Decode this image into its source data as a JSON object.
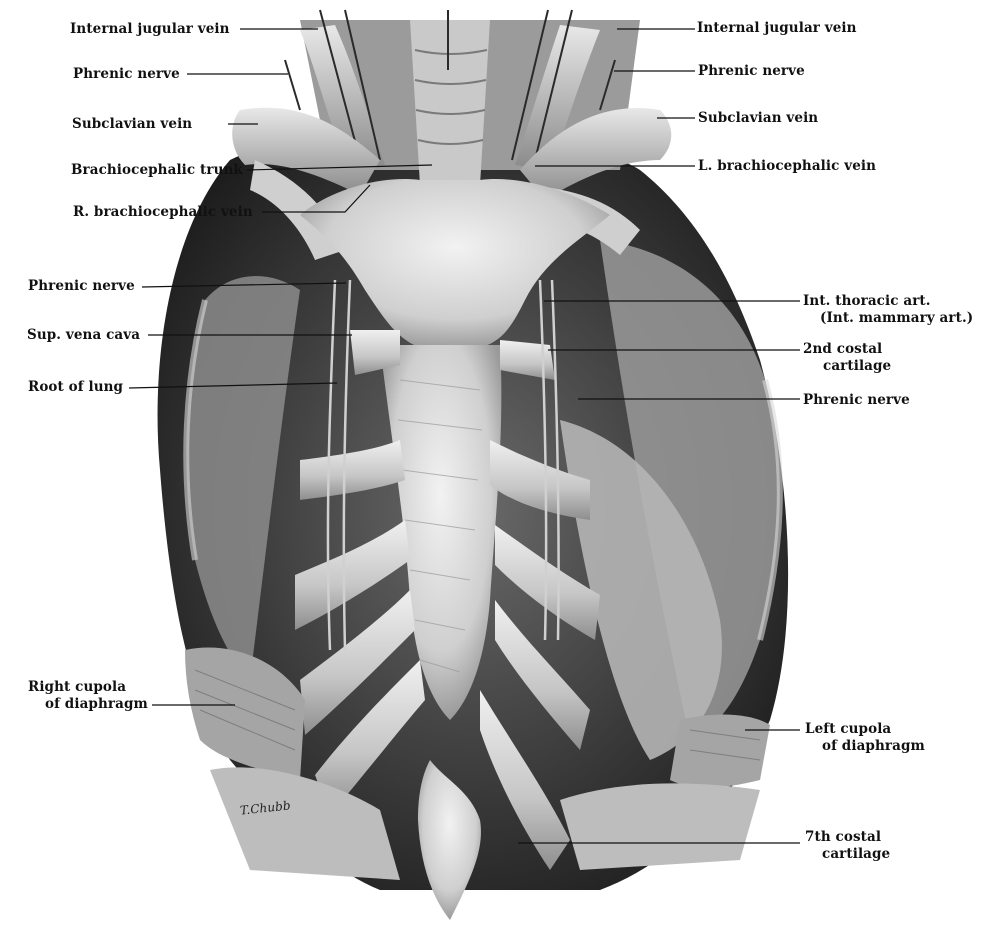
{
  "labels": {
    "internal_jugular_right": "Internal jugular vein",
    "phrenic_right_top": "Phrenic nerve",
    "subclavian_right": "Subclavian vein",
    "brachiocephalic_trunk": "Brachiocephalic trunk",
    "r_brachiocephalic": "R. brachiocephalic vein",
    "phrenic_right_mid": "Phrenic nerve",
    "sup_vena_cava": "Sup. vena cava",
    "root_of_lung": "Root of lung",
    "right_cupola_1": "Right cupola",
    "right_cupola_2": "of diaphragm",
    "internal_jugular_left": "Internal jugular vein",
    "phrenic_left_top": "Phrenic nerve",
    "subclavian_left": "Subclavian vein",
    "l_brachiocephalic": "L. brachiocephalic vein",
    "int_thoracic_1": "Int. thoracic art.",
    "int_thoracic_2": "(Int. mammary art.)",
    "costal_2nd_1": "2nd costal",
    "costal_2nd_2": "cartilage",
    "phrenic_left_low": "Phrenic nerve",
    "left_cupola_1": "Left cupola",
    "left_cupola_2": "of diaphragm",
    "costal_7th_1": "7th costal",
    "costal_7th_2": "cartilage"
  },
  "signature": "T.Chubb",
  "colors": {
    "ink": "#111111",
    "paper": "#ffffff",
    "shadow": "#2a2a2a",
    "midtone": "#7a7a7a",
    "highlight": "#e6e6e6"
  }
}
